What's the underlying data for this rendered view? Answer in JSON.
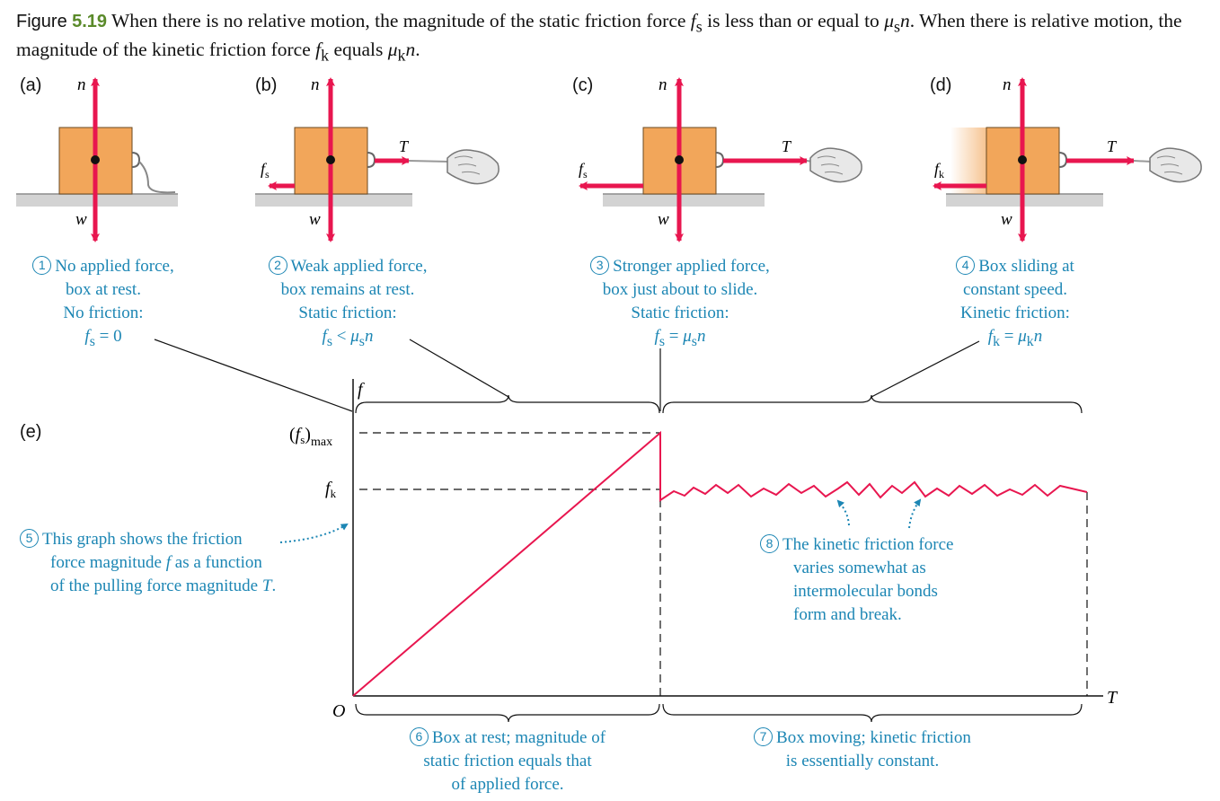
{
  "caption": {
    "figure_word": "Figure",
    "figure_number": "5.19",
    "text_1": "When there is no relative motion, the magnitude of the static friction force",
    "text_2": "is less than or equal to",
    "text_3": ". When there is relative motion, the magnitude of the kinetic friction force",
    "text_4": "equals",
    "text_5": "."
  },
  "symbols": {
    "f": "f",
    "s": "s",
    "k": "k",
    "n": "n",
    "mu": "μ",
    "w": "w",
    "T": "T",
    "O": "O",
    "max": "max",
    "equals_zero": "= 0",
    "lt": "<",
    "eq": "="
  },
  "panels": [
    {
      "label": "(a)",
      "num": "1",
      "lines": [
        "No applied force,",
        "box at rest.",
        "No friction:"
      ]
    },
    {
      "label": "(b)",
      "num": "2",
      "lines": [
        "Weak applied force,",
        "box remains at rest.",
        "Static friction:"
      ]
    },
    {
      "label": "(c)",
      "num": "3",
      "lines": [
        "Stronger applied force,",
        "box just about to slide.",
        "Static friction:"
      ]
    },
    {
      "label": "(d)",
      "num": "4",
      "lines": [
        "Box sliding at",
        "constant speed.",
        "Kinetic friction:"
      ]
    }
  ],
  "graph": {
    "label": "(e)",
    "note5": {
      "num": "5",
      "lines": [
        "This graph shows the friction",
        "force magnitude",
        "as a function",
        "of the pulling force magnitude"
      ]
    },
    "note6": {
      "num": "6",
      "lines": [
        "Box at rest; magnitude of",
        "static friction equals that",
        "of applied force."
      ]
    },
    "note7": {
      "num": "7",
      "lines": [
        "Box moving; kinetic friction",
        "is essentially constant."
      ]
    },
    "note8": {
      "num": "8",
      "lines": [
        "The kinetic friction force",
        "varies somewhat as",
        "intermolecular bonds",
        "form and break."
      ]
    }
  },
  "colors": {
    "force_arrow": "#e8164f",
    "box": "#f2a65a",
    "note_text": "#1c86b4",
    "figure_number": "#5a8a2a",
    "floor": "#c8c8c8"
  },
  "icons": [
    "hand-pulling-rope-icon",
    "box-icon",
    "force-arrow-icon"
  ]
}
